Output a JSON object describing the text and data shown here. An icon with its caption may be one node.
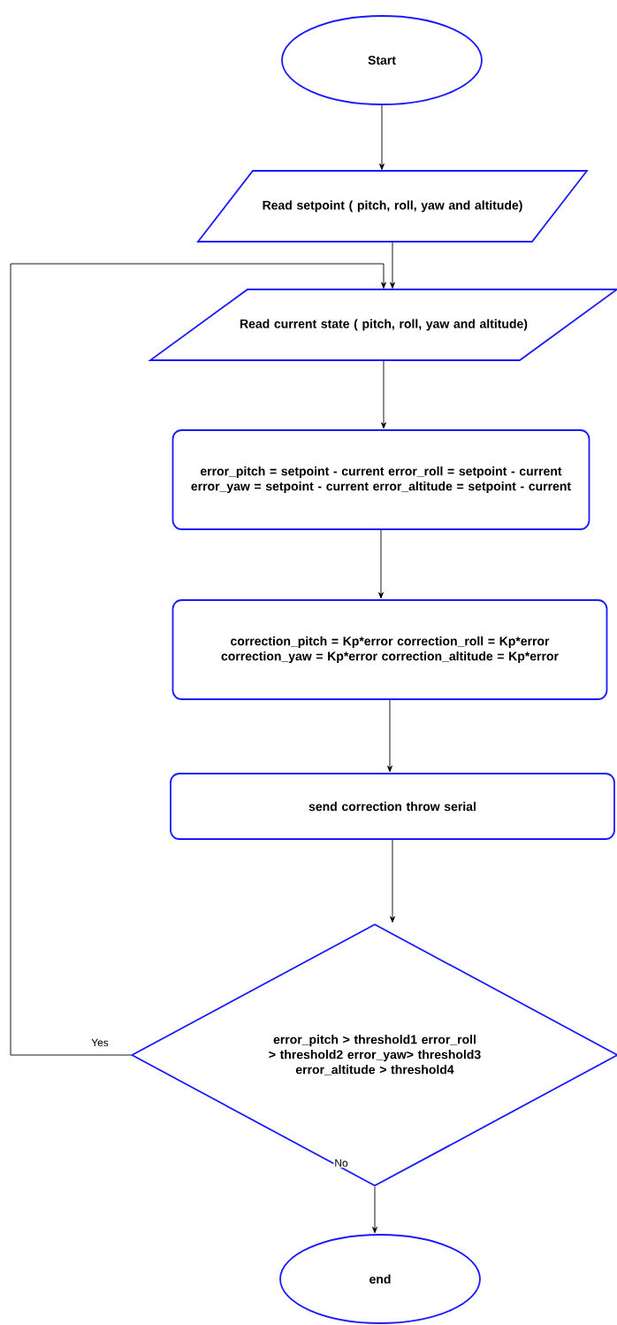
{
  "diagram": {
    "nodes": [
      {
        "text": [
          "Start"
        ]
      },
      {
        "text": [
          "Read setpoint ( pitch, roll, yaw and altitude)"
        ]
      },
      {
        "text": [
          "Read current state ( pitch, roll, yaw and altitude)"
        ]
      },
      {
        "text": [
          "error_pitch = setpoint - current error_roll = setpoint - current error_yaw = setpoint - current error_altitude = setpoint - current"
        ]
      },
      {
        "text": [
          "correction_pitch = Kp*error correction_roll = Kp*error correction_yaw = Kp*error correction_altitude = Kp*error"
        ]
      },
      {
        "text": [
          "send correction throw serial"
        ]
      },
      {
        "text": [
          "error_pitch > threshold1 error_roll > threshold2 error_yaw> threshold3 error_altitude > threshold4"
        ]
      },
      {
        "text": [
          "end"
        ]
      }
    ],
    "edges": [
      {
        "from": 0,
        "to": 1,
        "arrow": "to"
      },
      {
        "from": 1,
        "to": 2,
        "arrow": "to"
      },
      {
        "from": 2,
        "to": 3,
        "arrow": "to"
      },
      {
        "from": 3,
        "to": 4,
        "arrow": "to"
      },
      {
        "from": 4,
        "to": 5,
        "arrow": "to"
      },
      {
        "from": 5,
        "to": 6,
        "arrow": "to"
      },
      {
        "from": 6,
        "to": 2,
        "arrow": "to",
        "label": "Yes"
      },
      {
        "from": 6,
        "to": 7,
        "arrow": "to",
        "label": "No"
      }
    ]
  }
}
